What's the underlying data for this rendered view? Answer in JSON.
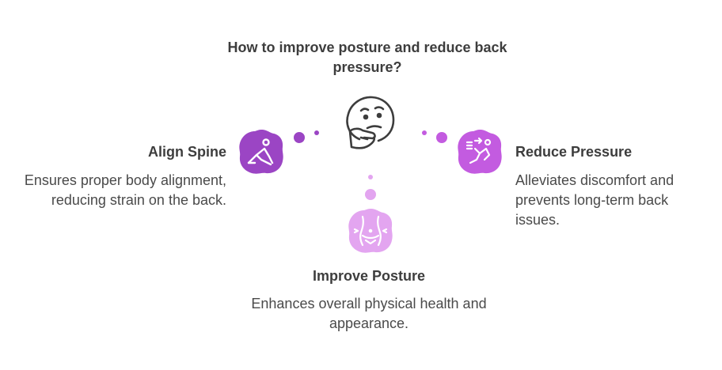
{
  "title": "How to improve posture and reduce back pressure?",
  "items": [
    {
      "heading": "Align Spine",
      "description": "Ensures proper body alignment, reducing strain on the back.",
      "icon": "stretching-person-icon",
      "color": "#9b45c4"
    },
    {
      "heading": "Reduce Pressure",
      "description": "Alleviates discomfort and prevents long-term back issues.",
      "icon": "reclining-person-icon",
      "color": "#c35be0"
    },
    {
      "heading": "Improve Posture",
      "description": "Enhances overall physical health and appearance.",
      "icon": "torso-posture-icon",
      "color": "#e3a5f0"
    }
  ],
  "center_icon": "thinking-face-icon"
}
